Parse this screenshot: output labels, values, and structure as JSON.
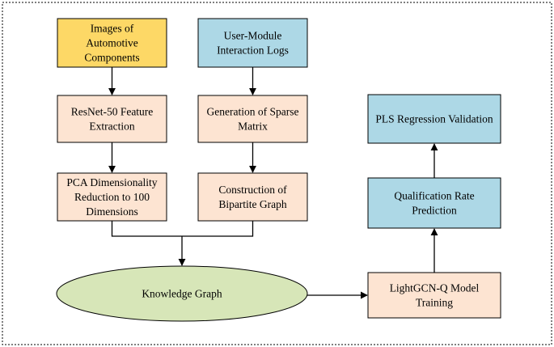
{
  "colors": {
    "yellow": "#fdd866",
    "blue": "#add8e6",
    "peach": "#fde4d2",
    "green": "#d7e6b8",
    "stroke": "#000000"
  },
  "nodes": {
    "images": [
      "Images of",
      "Automotive",
      "Components"
    ],
    "logs": [
      "User-Module",
      "Interaction Logs"
    ],
    "resnet": [
      "ResNet-50 Feature",
      "Extraction"
    ],
    "sparse": [
      "Generation of Sparse",
      "Matrix"
    ],
    "pca": [
      "PCA Dimensionality",
      "Reduction to 100",
      "Dimensions"
    ],
    "bipartite": [
      "Construction of",
      "Bipartite Graph"
    ],
    "kg": [
      "Knowledge Graph"
    ],
    "lightgcn": [
      "LightGCN-Q Model",
      "Training"
    ],
    "qual": [
      "Qualification Rate",
      "Prediction"
    ],
    "pls": [
      "PLS Regression Validation"
    ]
  }
}
